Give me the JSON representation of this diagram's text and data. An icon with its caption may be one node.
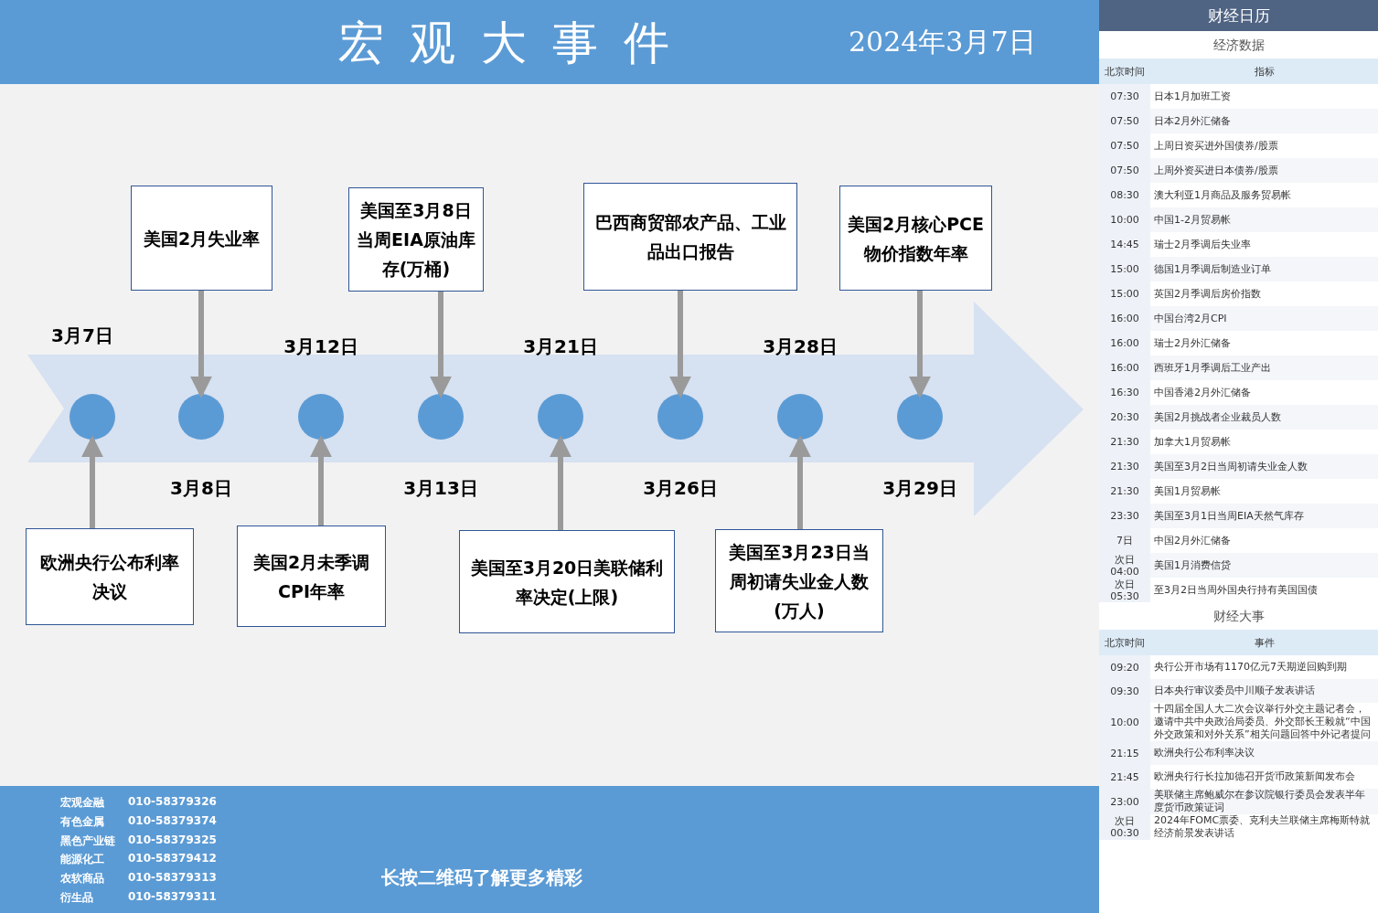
{
  "diagram": {
    "title": "宏观大事件",
    "nodes": [
      {
        "text": [],
        "shape": "arrow"
      },
      {
        "text": [],
        "shape": "circle",
        "beside": [
          "3月7日"
        ],
        "in": 0
      },
      {
        "text": [],
        "shape": "circle",
        "beside": [
          "3月8日"
        ],
        "in": 0
      },
      {
        "text": [],
        "shape": "circle",
        "beside": [
          "3月12日"
        ],
        "in": 0
      },
      {
        "text": [],
        "shape": "circle",
        "beside": [
          "3月13日"
        ],
        "in": 0
      },
      {
        "text": [],
        "shape": "circle",
        "beside": [
          "3月21日"
        ],
        "in": 0
      },
      {
        "text": [],
        "shape": "circle",
        "beside": [
          "3月26日"
        ],
        "in": 0
      },
      {
        "text": [],
        "shape": "circle",
        "beside": [
          "3月28日"
        ],
        "in": 0
      },
      {
        "text": [],
        "shape": "circle",
        "beside": [
          "3月29日"
        ],
        "in": 0
      },
      {
        "text": [
          "美国2月失业率"
        ]
      },
      {
        "text": [
          "美国至3月8日当周EIA原油库存(万桶)"
        ]
      },
      {
        "text": [
          "巴西商贸部农产品、工业品出口报告"
        ]
      },
      {
        "text": [
          "美国2月核心PCE物价指数年率"
        ]
      },
      {
        "text": [
          "欧洲央行公布利率决议"
        ]
      },
      {
        "text": [
          "美国2月未季调CPI年率"
        ]
      },
      {
        "text": [
          "美国至3月20日美联储利率决定(上限)"
        ]
      },
      {
        "text": [
          "美国至3月23日当周初请失业金人数(万人)"
        ]
      }
    ],
    "edges": [
      {
        "from": 9,
        "to": 2,
        "arrow": "to"
      },
      {
        "from": 10,
        "to": 4,
        "arrow": "to"
      },
      {
        "from": 11,
        "to": 6,
        "arrow": "to"
      },
      {
        "from": 12,
        "to": 8,
        "arrow": "to"
      },
      {
        "from": 13,
        "to": 1,
        "arrow": "to"
      },
      {
        "from": 14,
        "to": 3,
        "arrow": "to"
      },
      {
        "from": 15,
        "to": 5,
        "arrow": "to"
      },
      {
        "from": 16,
        "to": 7,
        "arrow": "to"
      }
    ],
    "labels": [
      "2024年3月7日",
      "财经日历",
      "经济数据",
      "北京时间",
      "指标",
      "07:30",
      "日本1月加班工资",
      "07:50",
      "日本2月外汇储备",
      "07:50",
      "上周日资买进外国债券/股票",
      "07:50",
      "上周外资买进日本债券/股票",
      "08:30",
      "澳大利亚1月商品及服务贸易帐",
      "10:00",
      "中国1-2月贸易帐",
      "14:45",
      "瑞士2月季调后失业率",
      "15:00",
      "德国1月季调后制造业订单",
      "15:00",
      "英国2月季调后房价指数",
      "16:00",
      "中国台湾2月CPI",
      "16:00",
      "瑞士2月外汇储备",
      "16:00",
      "西班牙1月季调后工业产出",
      "16:30",
      "中国香港2月外汇储备",
      "20:30",
      "美国2月挑战者企业裁员人数",
      "21:30",
      "加拿大1月贸易帐",
      "21:30",
      "美国至3月2日当周初请失业金人数",
      "21:30",
      "美国1月贸易帐",
      "23:30",
      "美国至3月1日当周EIA天然气库存",
      "7日",
      "中国2月外汇储备",
      "次日 04:00",
      "美国1月消费信贷",
      "次日 05:30",
      "至3月2日当周外国央行持有美国国债",
      "财经大事",
      "北京时间",
      "事件",
      "09:20",
      "央行公开市场有1170亿元7天期逆回购到期",
      "09:30",
      "日本央行审议委员中川顺子发表讲话",
      "10:00",
      "十四届全国人大二次会议举行外交主题记者会，邀请中共中央政治局委员、外交部长王毅就“中国外交政策和对外关系”相关问题回答中外记者提问",
      "21:15",
      "欧洲央行公布利率决议",
      "21:45",
      "欧洲央行行长拉加德召开货币政策新闻发布会",
      "23:00",
      "美联储主席鲍威尔在参议院银行委员会发表半年度货币政策证词",
      "次日 00:30",
      "2024年FOMC票委、克利夫兰联储主席梅斯特就经济前景发表讲话",
      "宏观金融",
      "010-58379326",
      "有色金属",
      "010-58379374",
      "黑色产业链",
      "010-58379325",
      "能源化工",
      "010-58379412",
      "农软商品",
      "010-58379313",
      "衍生品",
      "010-58379311",
      "长按二维码了解更多精彩"
    ]
  }
}
